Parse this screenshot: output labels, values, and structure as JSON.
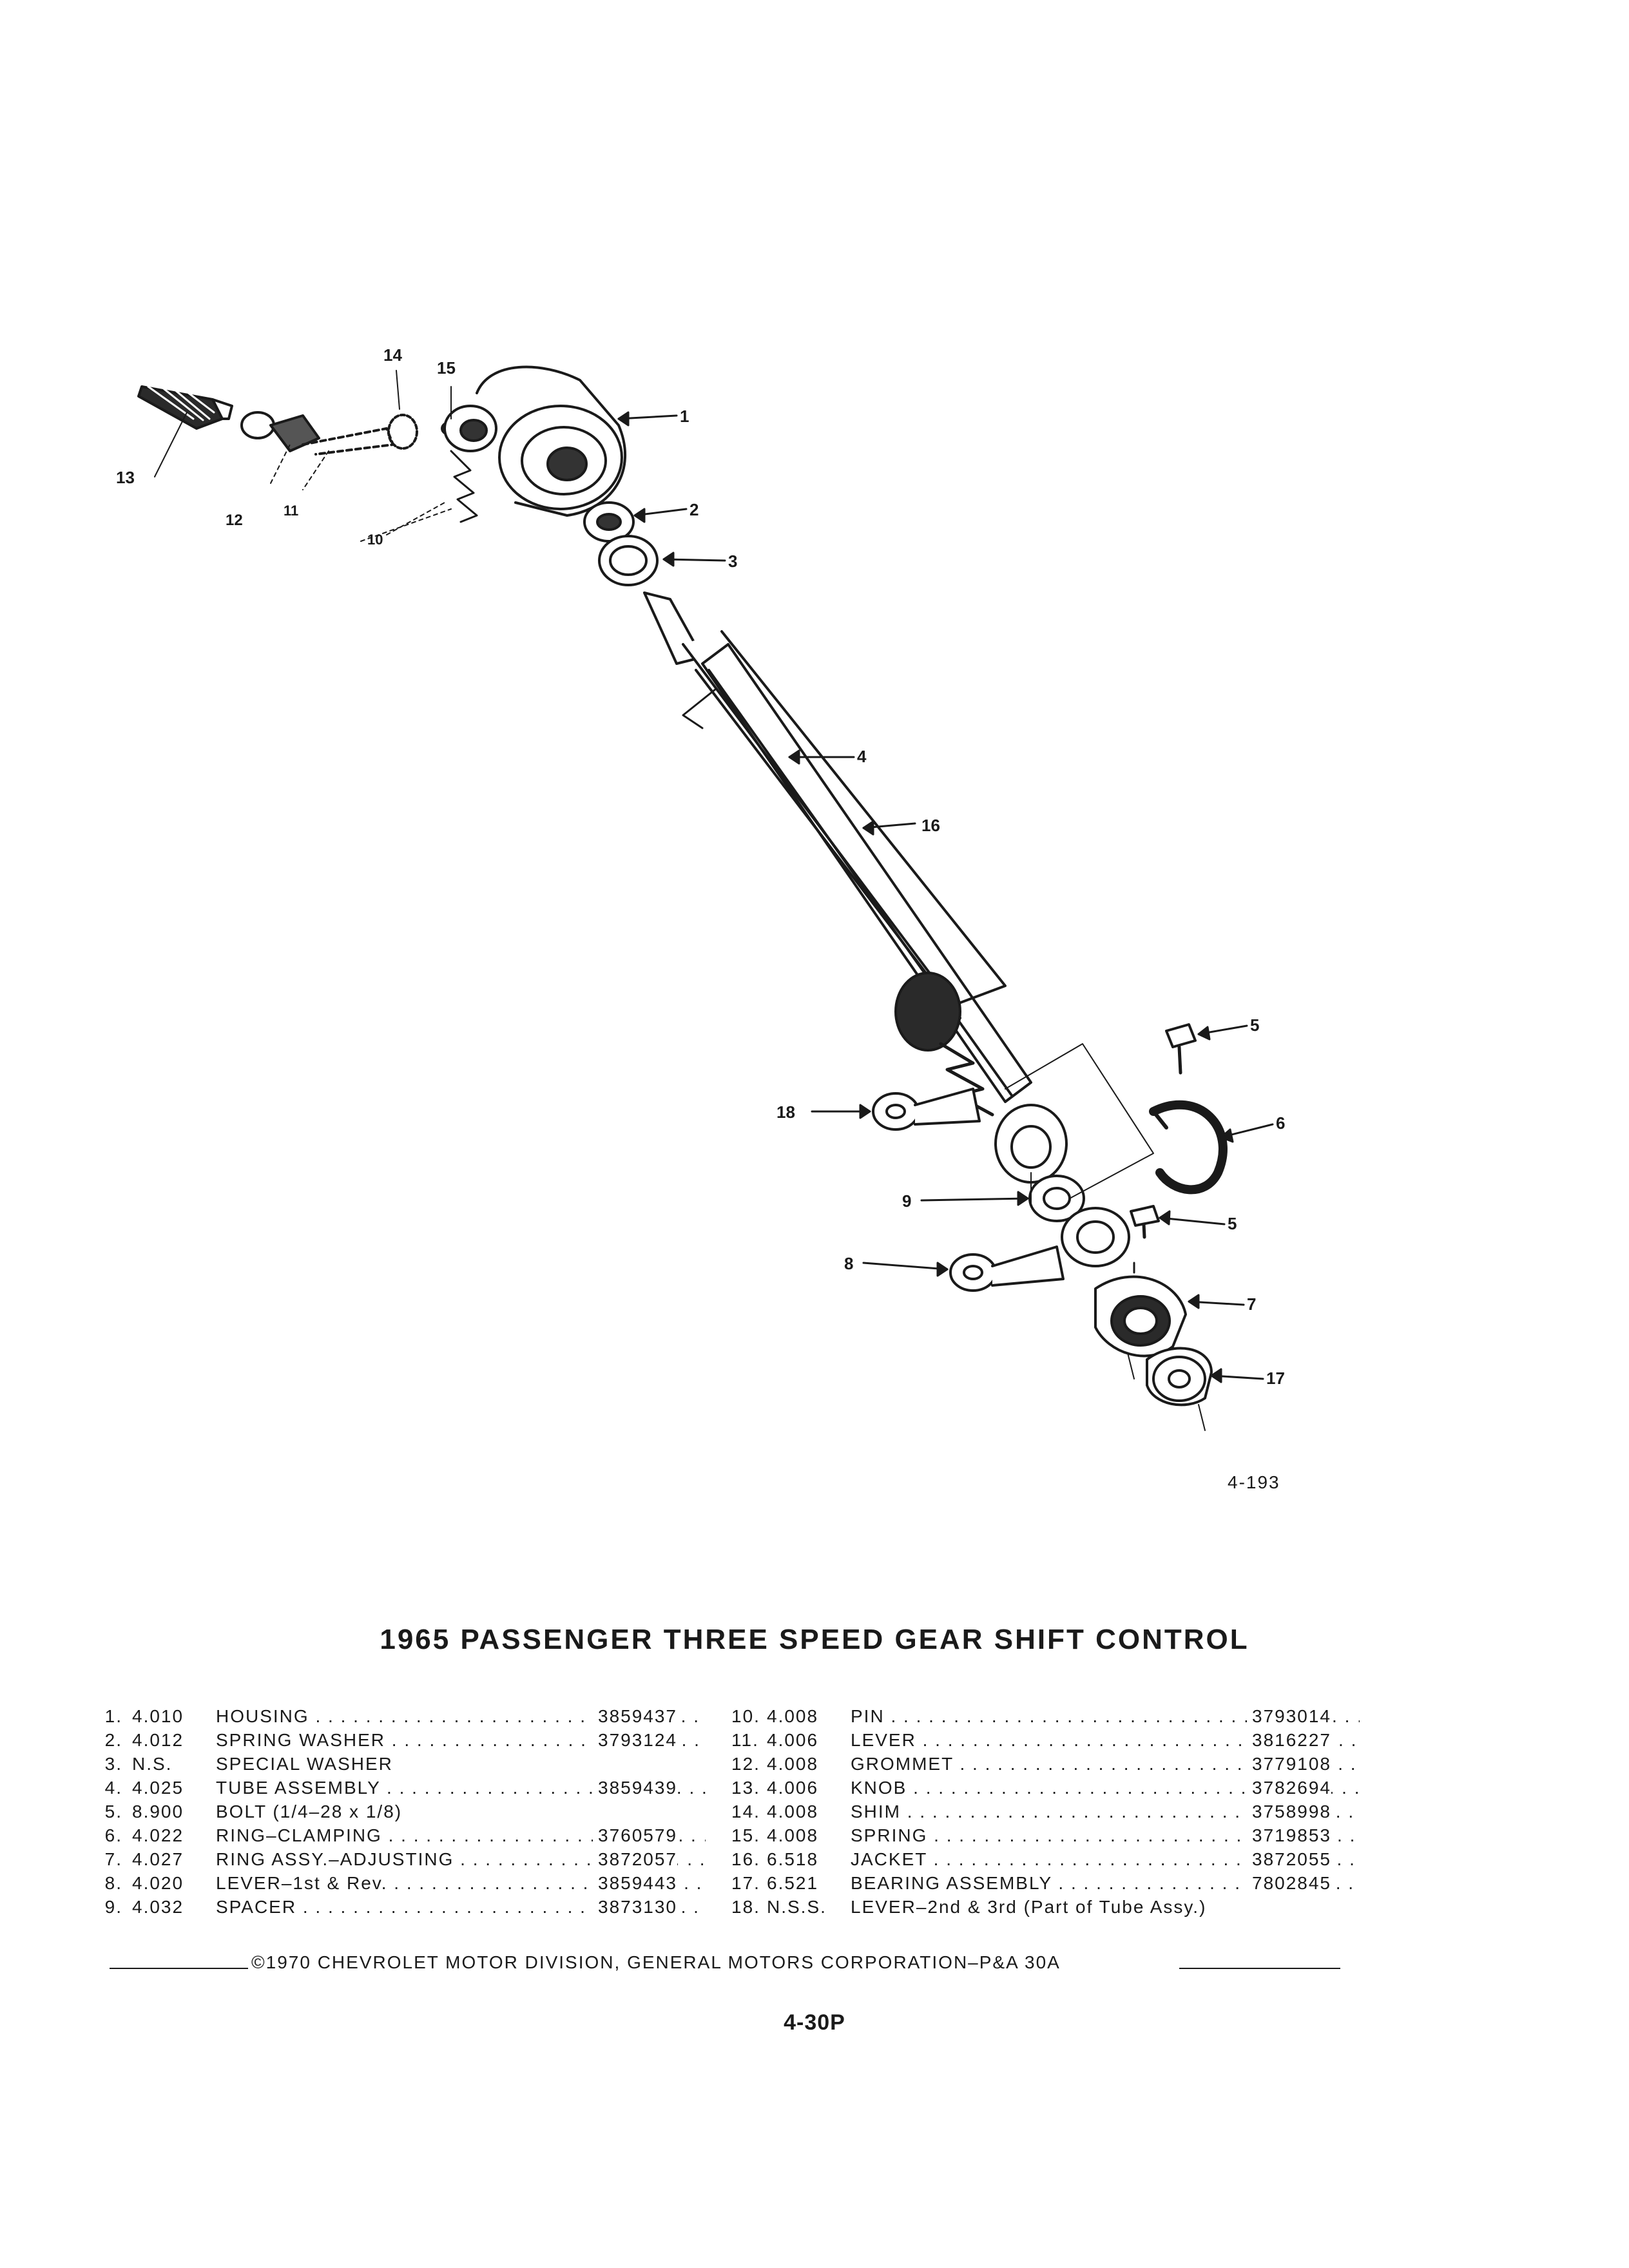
{
  "diagram": {
    "callouts": [
      "1",
      "2",
      "3",
      "4",
      "5",
      "5",
      "6",
      "7",
      "8",
      "9",
      "10",
      "11",
      "12",
      "13",
      "14",
      "15",
      "16",
      "17",
      "18"
    ],
    "figure_number": "4-193"
  },
  "title": "1965 PASSENGER THREE SPEED GEAR SHIFT CONTROL",
  "parts_left": [
    {
      "num": "1.",
      "group": "4.010",
      "desc": "HOUSING",
      "part": "3859437"
    },
    {
      "num": "2.",
      "group": "4.012",
      "desc": "SPRING WASHER",
      "part": "3793124"
    },
    {
      "num": "3.",
      "group": "N.S.",
      "desc": "SPECIAL WASHER",
      "part": ""
    },
    {
      "num": "4.",
      "group": "4.025",
      "desc": "TUBE ASSEMBLY",
      "part": "3859439"
    },
    {
      "num": "5.",
      "group": "8.900",
      "desc": "BOLT (1/4–28 x 1/8)",
      "part": ""
    },
    {
      "num": "6.",
      "group": "4.022",
      "desc": "RING–CLAMPING",
      "part": "3760579"
    },
    {
      "num": "7.",
      "group": "4.027",
      "desc": "RING ASSY.–ADJUSTING",
      "part": "3872057"
    },
    {
      "num": "8.",
      "group": "4.020",
      "desc": "LEVER–1st & Rev.",
      "part": "3859443"
    },
    {
      "num": "9.",
      "group": "4.032",
      "desc": "SPACER",
      "part": "3873130"
    }
  ],
  "parts_right": [
    {
      "num": "10.",
      "group": "4.008",
      "desc": "PIN",
      "part": "3793014"
    },
    {
      "num": "11.",
      "group": "4.006",
      "desc": "LEVER",
      "part": "3816227"
    },
    {
      "num": "12.",
      "group": "4.008",
      "desc": "GROMMET",
      "part": "3779108"
    },
    {
      "num": "13.",
      "group": "4.006",
      "desc": "KNOB",
      "part": "3782694"
    },
    {
      "num": "14.",
      "group": "4.008",
      "desc": "SHIM",
      "part": "3758998"
    },
    {
      "num": "15.",
      "group": "4.008",
      "desc": "SPRING",
      "part": "3719853"
    },
    {
      "num": "16.",
      "group": "6.518",
      "desc": "JACKET",
      "part": "3872055"
    },
    {
      "num": "17.",
      "group": "6.521",
      "desc": "BEARING ASSEMBLY",
      "part": "7802845"
    },
    {
      "num": "18.",
      "group": "N.S.S.",
      "desc": "LEVER–2nd & 3rd (Part of Tube Assy.)",
      "part": ""
    }
  ],
  "footer": "©1970 CHEVROLET MOTOR DIVISION, GENERAL MOTORS CORPORATION–P&A 30A",
  "page_number": "4-30P"
}
